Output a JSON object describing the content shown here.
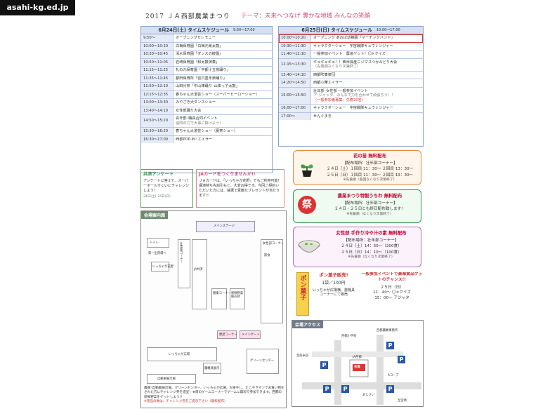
{
  "watermark": "asahi-kg.ed.jp",
  "header": {
    "title": "2017 ＪＡ西部農業まつり",
    "theme": "テーマ：未来へつなげ 豊かな地域 みんなの笑顔"
  },
  "day1": {
    "title": "6月24日(土) タイムスケジュール",
    "hours": "9:50〜17:00",
    "rows": [
      {
        "time": "9:50〜",
        "event": "オープニングセレモニー"
      },
      {
        "time": "10:00〜10:20",
        "event": "白梅保育園「白梅元気太鼓」"
      },
      {
        "time": "10:30〜10:45",
        "event": "清水保育園「ダンスの披露」"
      },
      {
        "time": "10:50〜11:05",
        "event": "岩崎保育園「和太鼓演奏」"
      },
      {
        "time": "11:15〜11:25",
        "event": "札の元保育園「平都十五夜踊り」"
      },
      {
        "time": "11:35〜11:45",
        "event": "都田保育所「岩爪豊年楽踊り」"
      },
      {
        "time": "11:50〜12:10",
        "event": "山田分校「中山棒踊り･山田っ子太鼓」"
      },
      {
        "time": "12:15〜12:35",
        "event": "春ちゃん大道芸ショー（スーパーヒーローショー）"
      },
      {
        "time": "13:00〜13:30",
        "event": "みやざき犬ダンスショー"
      },
      {
        "time": "13:40〜14:10",
        "event": "女性部踊り大会"
      },
      {
        "time": "14:50〜15:20",
        "event": "青年部･職員合同イベント",
        "sub": "協同の力で大事に掛けよう！"
      },
      {
        "time": "15:30〜16:20",
        "event": "春ちゃん大道芸ショー（夏祭ショー）"
      },
      {
        "time": "16:30〜17:00",
        "event": "西部POP-M☆エイサー"
      }
    ]
  },
  "day2": {
    "title": "6月25日(日) タイムスケジュール",
    "hours": "10:00〜17:00",
    "rows": [
      {
        "time": "10:00〜10:20",
        "event": "オープニング あおば幼稚園「マーチングバンド」"
      },
      {
        "time": "10:30〜11:30",
        "event": "キャラクターショー　宇宙戦隊キュウレンジャー"
      },
      {
        "time": "11:40〜12:10",
        "event": "一般参加イベント　農協ゲット！〇×クイズ"
      },
      {
        "time": "12:15〜13:30",
        "event": "ギョギョギョ！！西米良産ニジマスつかみどり大会",
        "sub": "（先着順なくなり次第終了）"
      },
      {
        "time": "13:40〜14:10",
        "event": "西都吹奏楽団"
      },
      {
        "time": "14:20〜14:50",
        "event": "西都心華エイサー"
      },
      {
        "time": "15:00〜15:50",
        "event": "壮年部･女性部･一般参加イベント",
        "sub": "ア･ジャッタ、みんなで力を合わせて頑張ろう！！",
        "sub2": "（一般参加者募集：先着20名）"
      },
      {
        "time": "16:00〜17:00",
        "event": "キャラクターショー　宇宙戦隊キュウレンジャー"
      },
      {
        "time": "17:00〜",
        "event": "せんぐまき"
      }
    ]
  },
  "survey": {
    "title": "共済アンケート",
    "body": "アンケートに答えて、スーパーボールすくいにチャレンジしよう！",
    "date": "24日(土)･25日(日)"
  },
  "jacard": {
    "title": "JAカードをつくりませんか!!",
    "body": "ＪＡカードは、「いっちゃが花野」でもご利用可能！講演特ち先割引もと、大変お得です。今回ご契約いただいた方には、抽選で素敵なプレゼントが当たります!!"
  },
  "flower": {
    "title": "花の苗 無料配布",
    "place": "【配布場所：壮年部コーナー】",
    "line1": "２４日（土）１回目 11：30〜 ２回目 13：30〜",
    "line2": "２５日（日）１回目 11：30〜 ２回目 13：30〜",
    "note": "※先着順（各回なくなり次第終了）"
  },
  "uchiwa": {
    "badge": "祭",
    "title": "農業まつり特製うちわ 無料配布",
    "place": "【配布場所：壮年部コーナー】",
    "line1": "２４日・２５日とも終日配布致します！",
    "note": "※先着順（なくなり次第終了）"
  },
  "soup": {
    "title": "女性部 手作り冷や汁の素 無料配布",
    "place": "【配布場所：壮年部コーナー】",
    "line1": "２４日（土）14：30〜（200食）",
    "line2": "２５日（日）14：10〜（100食）",
    "note": "※先着順（なくなり次第終了）"
  },
  "ponkashi": {
    "banner": "ポン菓子",
    "title": "ポン菓子販売!",
    "price": "1袋／100円",
    "body": "いっちゃが広場横、農機具コーナーにて販売"
  },
  "quiz": {
    "title": "一般参加イベントで豪華賞品ゲットのチャンス!!",
    "date": "２５日（日）",
    "line1": "11：40〜 〇×クイズ",
    "line2": "15：00〜 アジャタ"
  },
  "venue": {
    "title": "会場案内図",
    "labels": {
      "stage": "メインステージ",
      "ichigo": "いっちゃが広場",
      "gate": "第一出荷場へ",
      "toilet": "トイレ",
      "souba": "壮年部コーナー",
      "josei": "女性部コーナー",
      "kenko": "健康コーナー",
      "jahome": "JA共済",
      "hanbai": "新鮮野菜販売所",
      "nouki": "農機具展示",
      "jidosha": "自動車展示場",
      "green": "グリーンセンター",
      "mainstage_side": "メインゲート",
      "yasai": "野菜コーナー",
      "eat": "飲食",
      "ichigo_side": "いっちゃが花野"
    },
    "footer": "農機･自動車展示場、グリーンセンター、いっちゃが広場、大根干し、たこやきマンでお買い物をされた方にチャレンジ券を進呈！★目のゲームコーナーでゲームに無料で参加できます。西都の新鮮野菜をゲットしよう!!",
    "footer_note": "※景品の数は、チャレンジ券をご提示下さい（無料配布）"
  },
  "access": {
    "title": "会場アクセス",
    "labels": {
      "office": "西都農業事務所",
      "venue": "会場",
      "station": "JA西都",
      "road1": "至西米良",
      "road2": "至宮崎",
      "shop": "あじさい",
      "school": "西都小学校",
      "corner": "Aコープ",
      "parking": "P"
    }
  },
  "colors": {
    "accent_blue": "#2a56a8",
    "header_blue": "#d6e0f2",
    "pink": "#d0507a",
    "green_border": "#2f9a4f",
    "orange_border": "#e08a3a",
    "purple_border": "#b06fb0",
    "highlight_red": "#dd3333"
  }
}
